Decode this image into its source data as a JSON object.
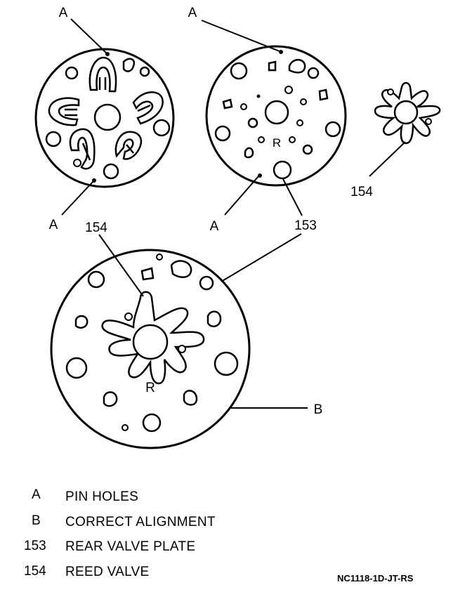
{
  "callouts": {
    "pin_holes": "A",
    "correct_alignment": "B",
    "rear_valve_plate": "153",
    "reed_valve": "154",
    "plate_letter": "R"
  },
  "legend": [
    {
      "code": "A",
      "text": "PIN HOLES"
    },
    {
      "code": "B",
      "text": "CORRECT ALIGNMENT"
    },
    {
      "code": "153",
      "text": "REAR VALVE PLATE"
    },
    {
      "code": "154",
      "text": "REED VALVE"
    }
  ],
  "figure_id": "NC1118-1D-JT-RS"
}
